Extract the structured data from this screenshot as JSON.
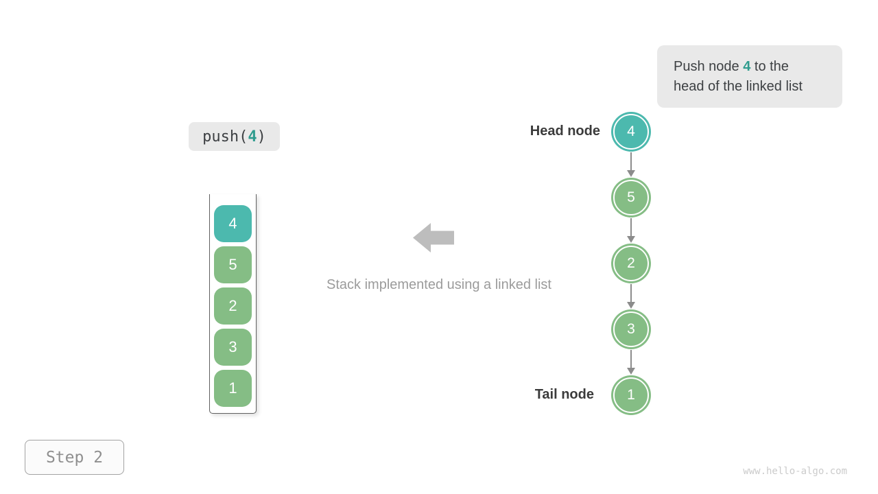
{
  "colors": {
    "teal": "#4cb9ae",
    "teal_dark": "#2f9c8e",
    "green": "#85bd85",
    "block_arrow": "#bdbdbd",
    "list_arrow": "#8c8c8c"
  },
  "callout": {
    "line1_prefix": "Push node ",
    "highlight": "4",
    "line1_suffix": " to the",
    "line2": "head of the linked list"
  },
  "operation": {
    "prefix": "push(",
    "highlight": "4",
    "suffix": ")"
  },
  "stack": {
    "items": [
      {
        "value": "4",
        "highlight": true
      },
      {
        "value": "5",
        "highlight": false
      },
      {
        "value": "2",
        "highlight": false
      },
      {
        "value": "3",
        "highlight": false
      },
      {
        "value": "1",
        "highlight": false
      }
    ]
  },
  "caption": "Stack implemented using a linked list",
  "linked_list": {
    "head_label": "Head node",
    "tail_label": "Tail node",
    "nodes": [
      {
        "value": "4",
        "highlight": true
      },
      {
        "value": "5",
        "highlight": false
      },
      {
        "value": "2",
        "highlight": false
      },
      {
        "value": "3",
        "highlight": false
      },
      {
        "value": "1",
        "highlight": false
      }
    ]
  },
  "step": {
    "label": "Step 2"
  },
  "watermark": "www.hello-algo.com"
}
